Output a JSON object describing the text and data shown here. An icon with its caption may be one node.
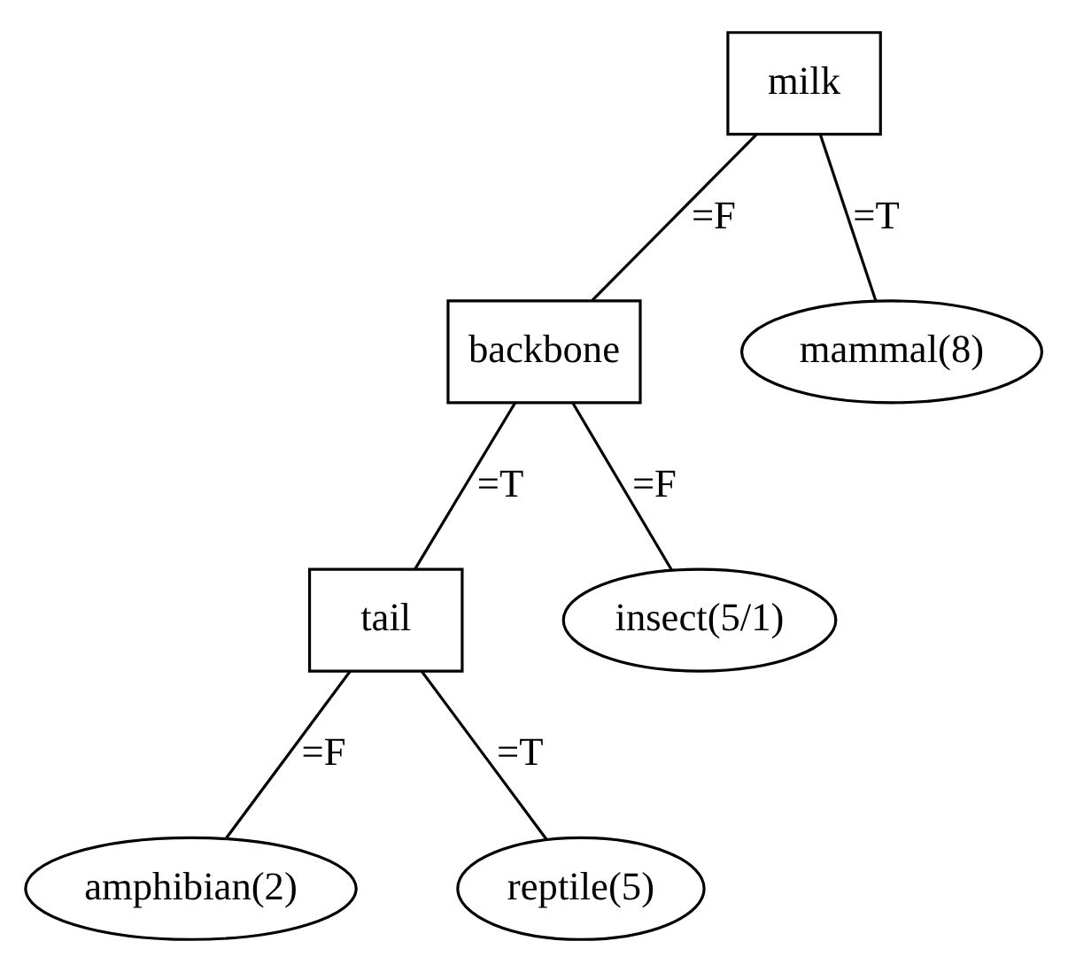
{
  "diagram": {
    "nodes": [
      {
        "text": [
          "milk"
        ]
      },
      {
        "text": [
          "backbone"
        ]
      },
      {
        "text": [
          "mammal(8)"
        ]
      },
      {
        "text": [
          "tail"
        ]
      },
      {
        "text": [
          "insect(5/1)"
        ]
      },
      {
        "text": [
          "amphibian(2)"
        ]
      },
      {
        "text": [
          "reptile(5)"
        ]
      }
    ],
    "edges": [
      {
        "from": 0,
        "to": 1,
        "arrow": "none",
        "label": "=F"
      },
      {
        "from": 0,
        "to": 2,
        "arrow": "none",
        "label": "=T"
      },
      {
        "from": 1,
        "to": 3,
        "arrow": "none",
        "label": "=T"
      },
      {
        "from": 1,
        "to": 4,
        "arrow": "none",
        "label": "=F"
      },
      {
        "from": 3,
        "to": 5,
        "arrow": "none",
        "label": "=F"
      },
      {
        "from": 3,
        "to": 6,
        "arrow": "none",
        "label": "=T"
      }
    ]
  }
}
